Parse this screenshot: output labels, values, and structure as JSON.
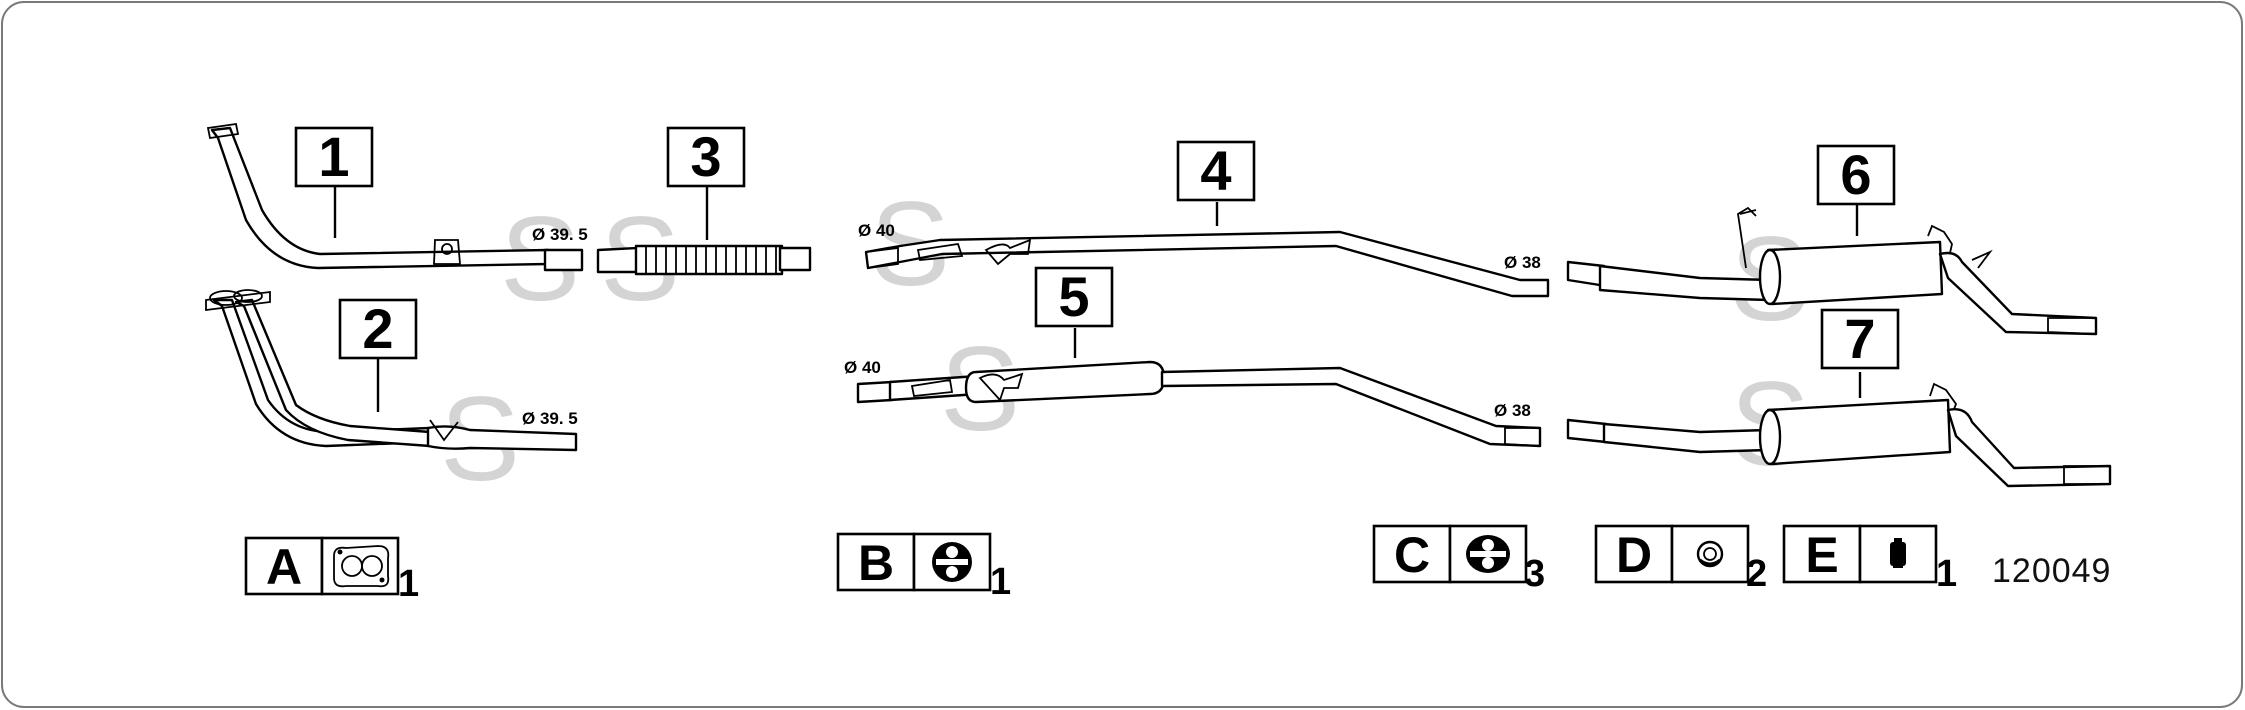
{
  "diagram_id": "120049",
  "watermark_letter": "S",
  "parts": [
    {
      "number": "1",
      "diameter": "Ø 39. 5"
    },
    {
      "number": "2",
      "diameter": "Ø 39. 5"
    },
    {
      "number": "3"
    },
    {
      "number": "4",
      "diameter_front": "Ø 40",
      "diameter_rear": "Ø 38"
    },
    {
      "number": "5",
      "diameter_front": "Ø 40",
      "diameter_rear": "Ø 38"
    },
    {
      "number": "6"
    },
    {
      "number": "7"
    }
  ],
  "accessories": [
    {
      "letter": "A",
      "icon": "gasket-icon",
      "quantity": "1"
    },
    {
      "letter": "B",
      "icon": "rubber-mount-icon",
      "quantity": "1"
    },
    {
      "letter": "C",
      "icon": "rubber-hanger-icon",
      "quantity": "3"
    },
    {
      "letter": "D",
      "icon": "ring-icon",
      "quantity": "2"
    },
    {
      "letter": "E",
      "icon": "clamp-icon",
      "quantity": "1"
    }
  ]
}
